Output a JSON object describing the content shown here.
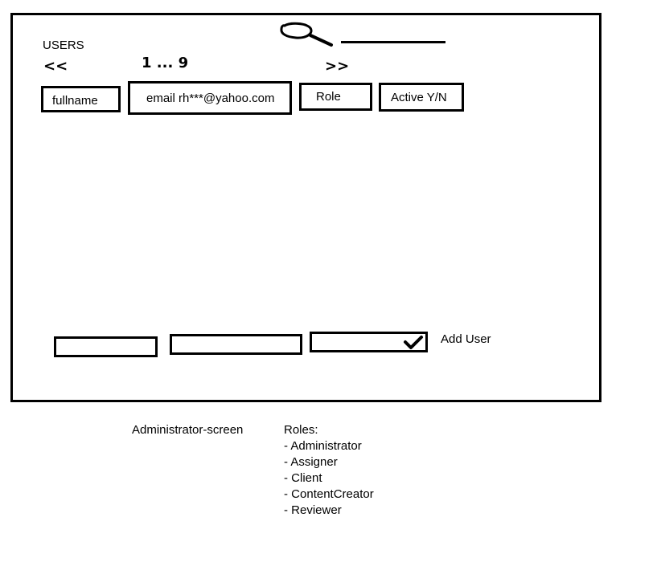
{
  "screen": {
    "title": "USERS",
    "pagination": {
      "prev": "<<",
      "pages": "1 ... 9",
      "next": ">>"
    },
    "search": {
      "value": ""
    },
    "row": {
      "fullname": "fullname",
      "email": "email rh***@yahoo.com",
      "role": "Role",
      "active": "Active Y/N"
    },
    "new_user": {
      "fullname_value": "",
      "email_value": "",
      "role_value": "",
      "add_label": "Add User"
    }
  },
  "notes": {
    "caption": "Administrator-screen",
    "roles_heading": "Roles:",
    "roles": [
      "Administrator",
      "Assigner",
      "Client",
      "ContentCreator",
      "Reviewer"
    ]
  }
}
